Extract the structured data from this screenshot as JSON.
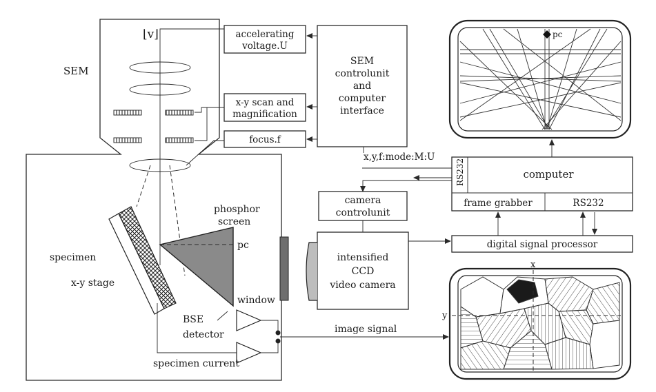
{
  "sem": {
    "label": "SEM",
    "beam_symbol": "⌊v⌋",
    "specimen_label": "specimen",
    "stage_label": "x-y stage",
    "phosphor_label": "phosphor",
    "screen_label": "screen",
    "pc_label": "pc",
    "window_label": "window",
    "bse_label": "BSE",
    "detector_label": "detector",
    "specimen_current_label": "specimen current"
  },
  "controls": {
    "accel_line1": "accelerating",
    "accel_line2": "voltage.U",
    "xy_line1": "x-y scan and",
    "xy_line2": "magnification",
    "focus_label": "focus.f"
  },
  "control_unit": {
    "line1": "SEM",
    "line2": "controlunit",
    "line3": "and",
    "line4": "computer",
    "line5": "interface"
  },
  "bus_label": "x,y,f:mode:M:U",
  "computer": {
    "label": "computer",
    "rs232_side": "RS232",
    "frame_grabber": "frame grabber",
    "rs232": "RS232"
  },
  "camera_control": {
    "line1": "camera",
    "line2": "controlunit"
  },
  "camera": {
    "line1": "intensified",
    "line2": "CCD",
    "line3": "video camera"
  },
  "dsp_label": "digital signal processor",
  "image_signal_label": "image signal",
  "monitor_top": {
    "pc_label": "pc"
  },
  "monitor_bottom": {
    "x_label": "x",
    "y_label": "y"
  }
}
